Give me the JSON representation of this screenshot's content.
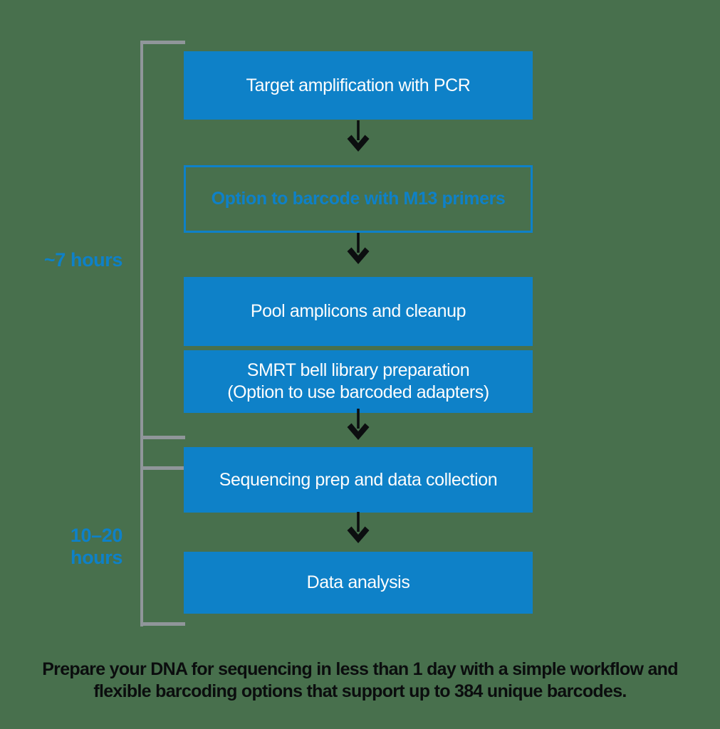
{
  "colors": {
    "background": "#48704D",
    "accent_blue": "#0E81C8",
    "bracket_gray": "#90969A",
    "arrow_black": "#0C0E10",
    "box_text_white": "#FDFDFD",
    "caption_black": "#0B0D0E"
  },
  "flow": {
    "steps": [
      {
        "label": "Target amplification with PCR",
        "style": "solid"
      },
      {
        "label": "Option to barcode with M13 primers",
        "style": "outlined"
      },
      {
        "label": "Pool amplicons and cleanup",
        "style": "solid"
      },
      {
        "label_line1": "SMRT bell library preparation",
        "label_line2": "(Option to use barcoded adapters)",
        "style": "solid"
      },
      {
        "label": "Sequencing prep and data collection",
        "style": "solid"
      },
      {
        "label": "Data analysis",
        "style": "solid"
      }
    ]
  },
  "time_labels": {
    "top": "~7 hours",
    "bottom": "10–20 hours"
  },
  "caption": {
    "line1": "Prepare your DNA for sequencing in less than 1 day with a simple workflow and",
    "line2": "flexible barcoding options that support up to 384 unique barcodes."
  }
}
